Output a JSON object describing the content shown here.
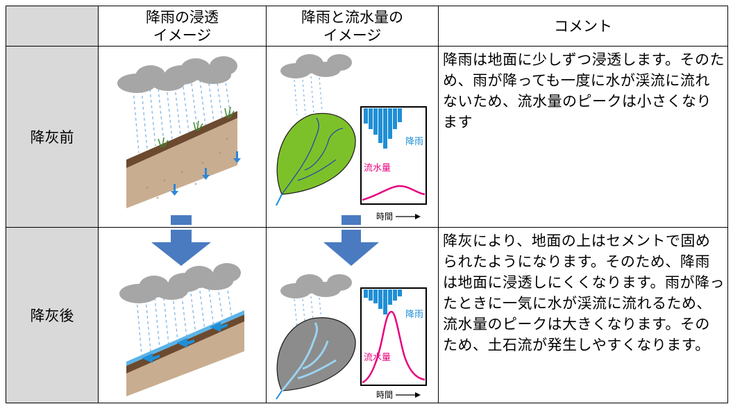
{
  "header": {
    "col1": "",
    "col2_line1": "降雨の浸透",
    "col2_line2": "イメージ",
    "col3_line1": "降雨と流水量の",
    "col3_line2": "イメージ",
    "col4": "コメント"
  },
  "rows": [
    {
      "label": "降灰前",
      "comment": "降雨は地面に少しずつ浸透します。そのため、雨が降っても一度に水が渓流に流れないため、流水量のピークは小さくなります",
      "graph": {
        "rain_label": "降雨",
        "flow_label": "流水量",
        "time_label": "時間"
      }
    },
    {
      "label": "降灰後",
      "comment": "降灰により、地面の上はセメントで固められたようになります。そのため、降雨は地面に浸透しにくくなります。雨が降ったときに一気に水が渓流に流れるため、流水量のピークは大きくなります。そのため、土石流が発生しやすくなります。",
      "graph": {
        "rain_label": "降雨",
        "flow_label": "流水量",
        "time_label": "時間"
      }
    }
  ],
  "colors": {
    "label_bg": "#d9d9d9",
    "cloud": "#a6a6a6",
    "leaf_before": "#7dc12a",
    "leaf_after": "#8c8c8c",
    "rain_bars": "#1f8fd6",
    "flow_curve": "#e6007e",
    "arrow": "#4a7bc0"
  }
}
